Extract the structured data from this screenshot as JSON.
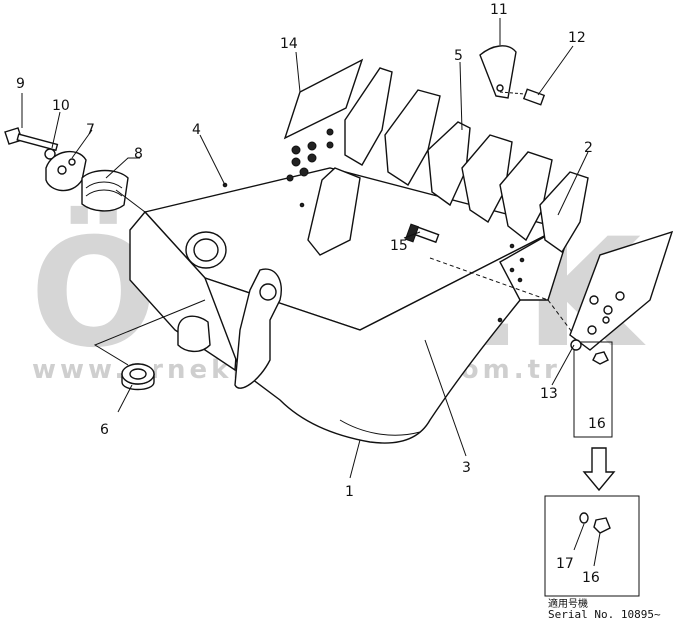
{
  "watermark": {
    "logo_text": "ÖRNEK",
    "url_text": "www.ornekmakinalari.com.tr"
  },
  "callouts": [
    "1",
    "2",
    "3",
    "4",
    "5",
    "6",
    "7",
    "8",
    "9",
    "10",
    "11",
    "12",
    "13",
    "14",
    "15",
    "16",
    "16",
    "17"
  ],
  "inset": {
    "japanese_label": "適用号機",
    "serial_label": "Serial No. 10895~"
  },
  "colors": {
    "line": "#111111",
    "watermark": "#d6d6d6",
    "accent_triangles": "#f2d98a"
  }
}
